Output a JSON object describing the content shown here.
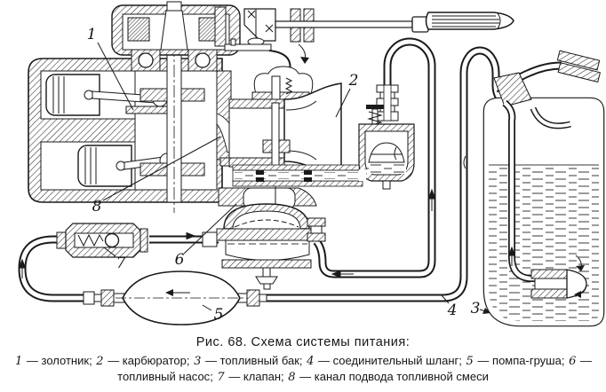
{
  "figure": {
    "caption_title": "Рис. 68. Схема системы питания:",
    "legend": [
      {
        "num": "1",
        "label": "золотник"
      },
      {
        "num": "2",
        "label": "карбюратор"
      },
      {
        "num": "3",
        "label": "топливный бак"
      },
      {
        "num": "4",
        "label": "соединительный шланг"
      },
      {
        "num": "5",
        "label": "помпа-груша"
      },
      {
        "num": "6",
        "label": "топливный насос"
      },
      {
        "num": "7",
        "label": "клапан"
      },
      {
        "num": "8",
        "label": "канал подвода топливной смеси"
      }
    ]
  },
  "colors": {
    "ink": "#1a1a1a",
    "paper": "#ffffff"
  }
}
